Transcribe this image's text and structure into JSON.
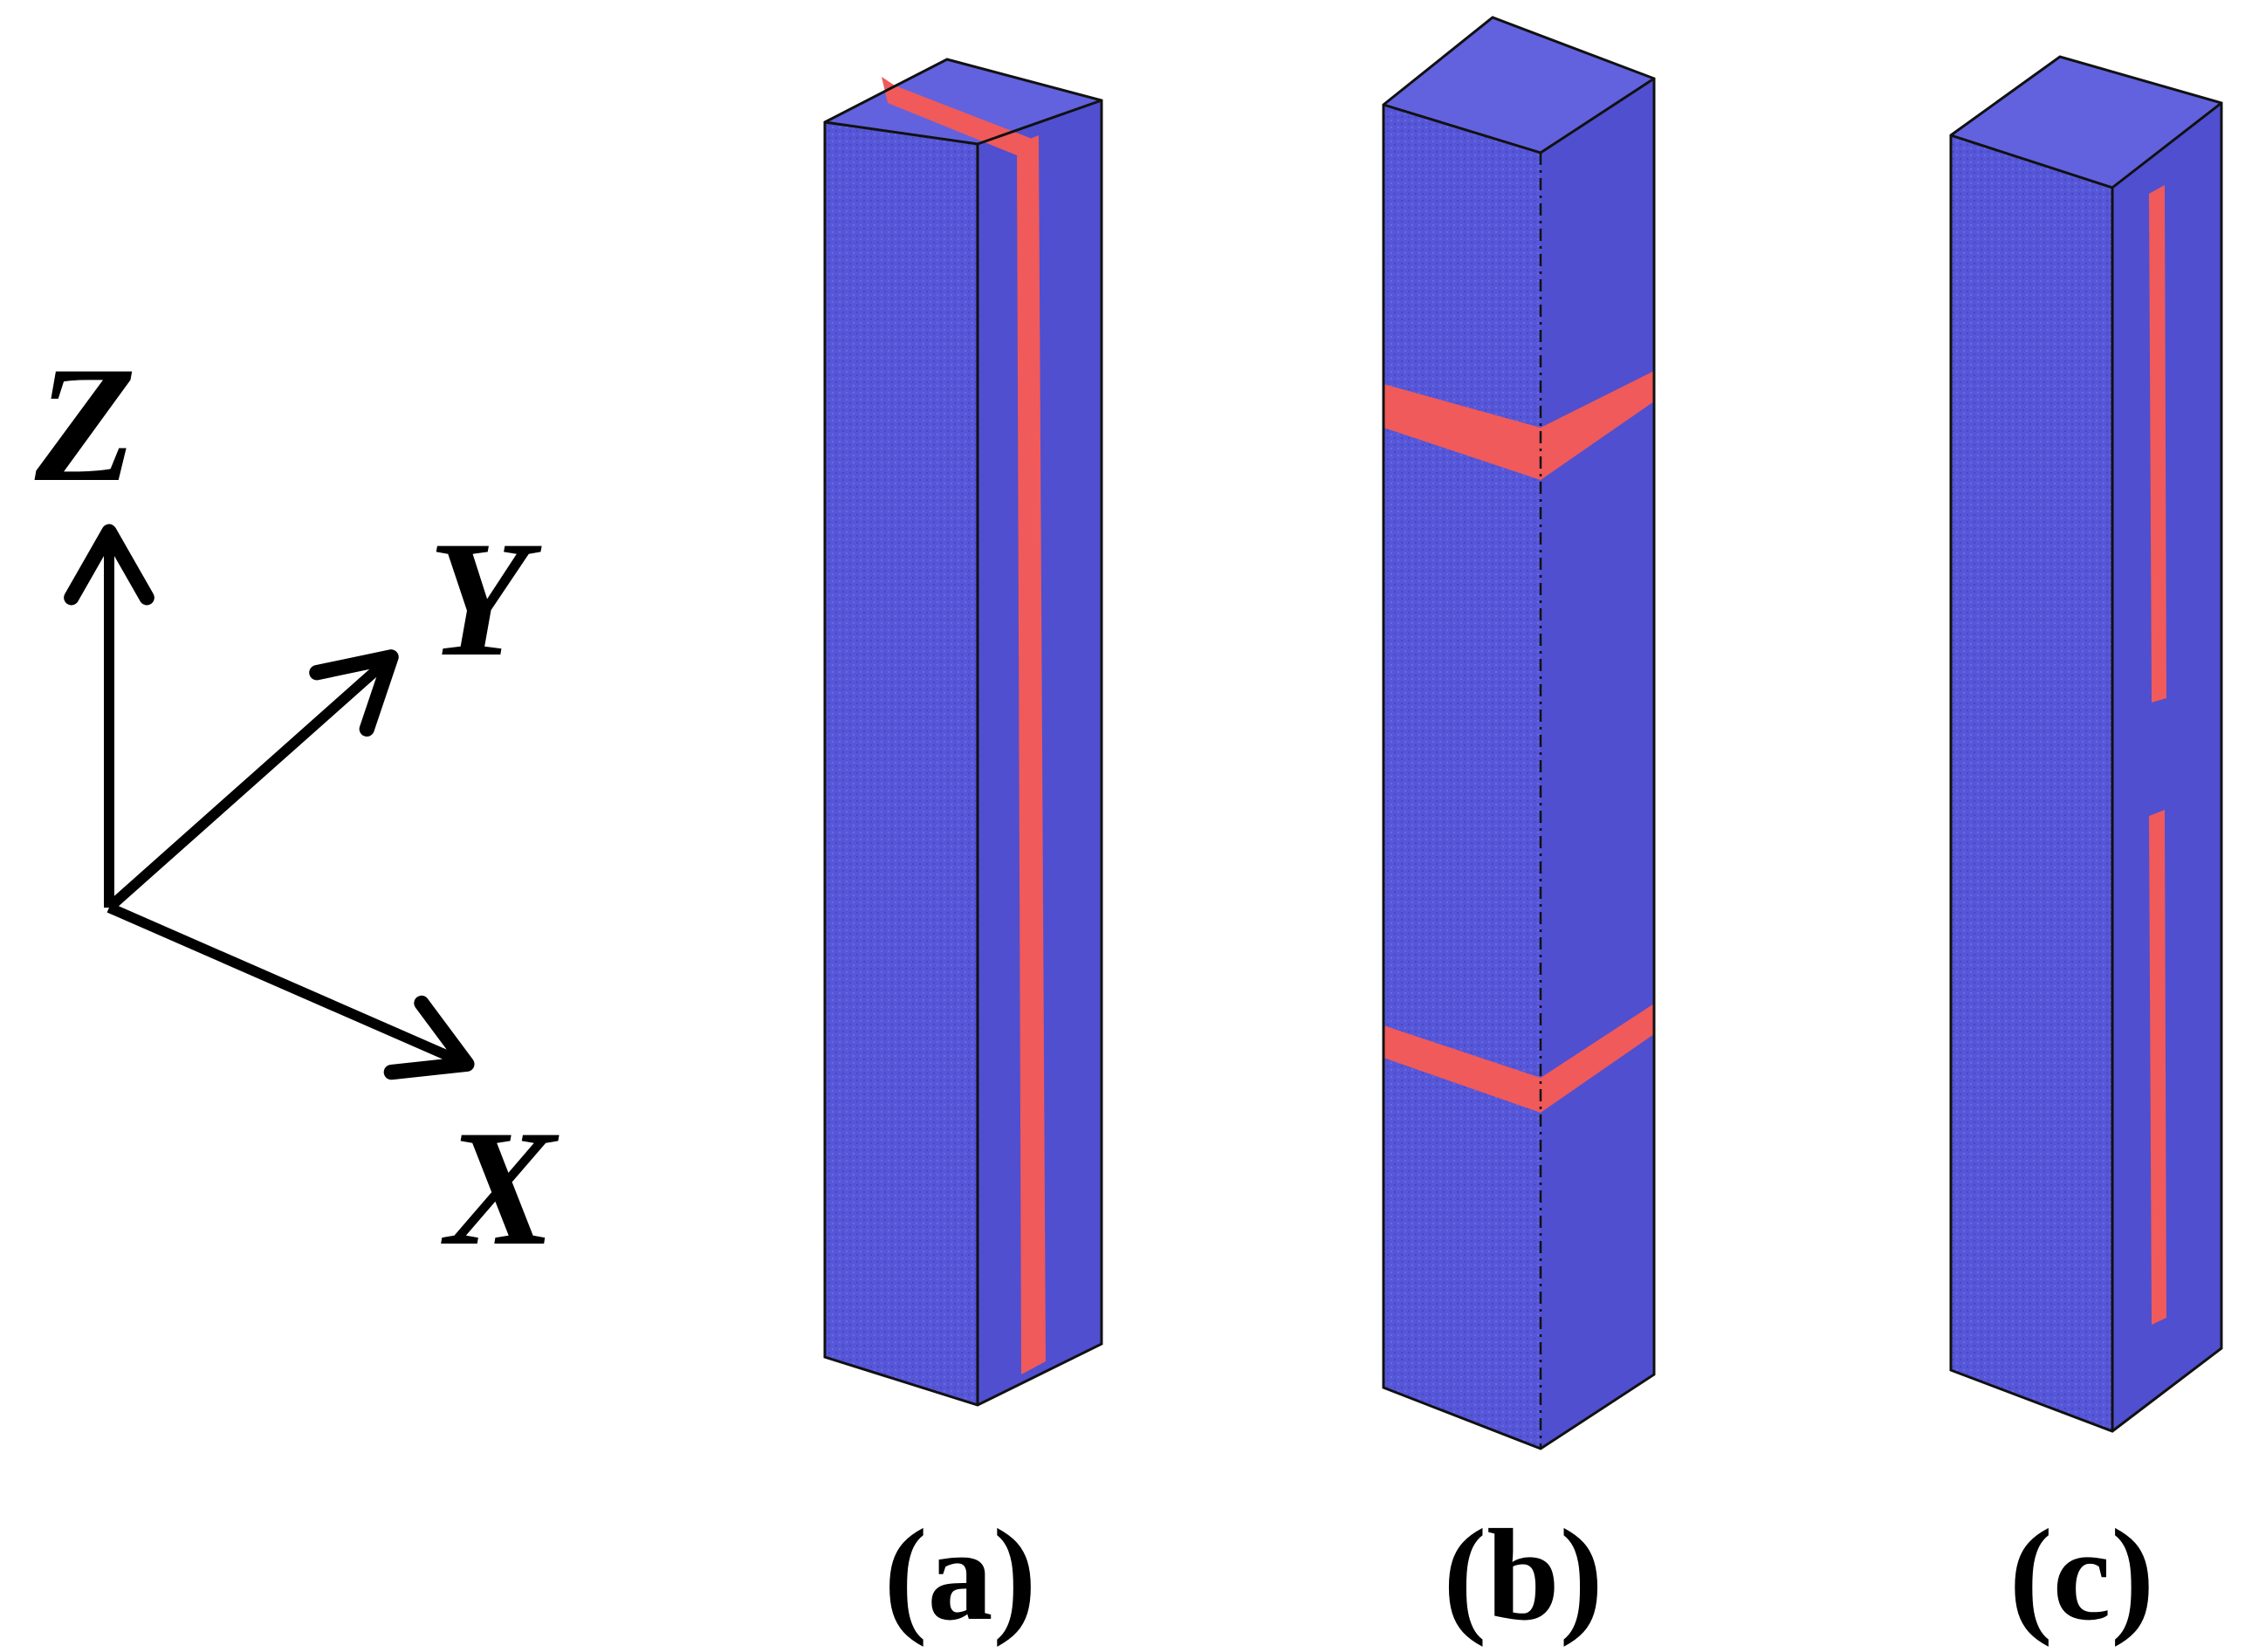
{
  "axes": {
    "z_label": "Z",
    "y_label": "Y",
    "x_label": "X"
  },
  "panels": {
    "a": {
      "label": "(a)"
    },
    "b": {
      "label": "(b)"
    },
    "c": {
      "label": "(c)"
    }
  },
  "colors": {
    "matrix": "#5656d8",
    "matrix_top": "#6565e2",
    "matrix_side": "#4c4cce",
    "boundary": "#f05a5a",
    "axes": "#000000"
  }
}
